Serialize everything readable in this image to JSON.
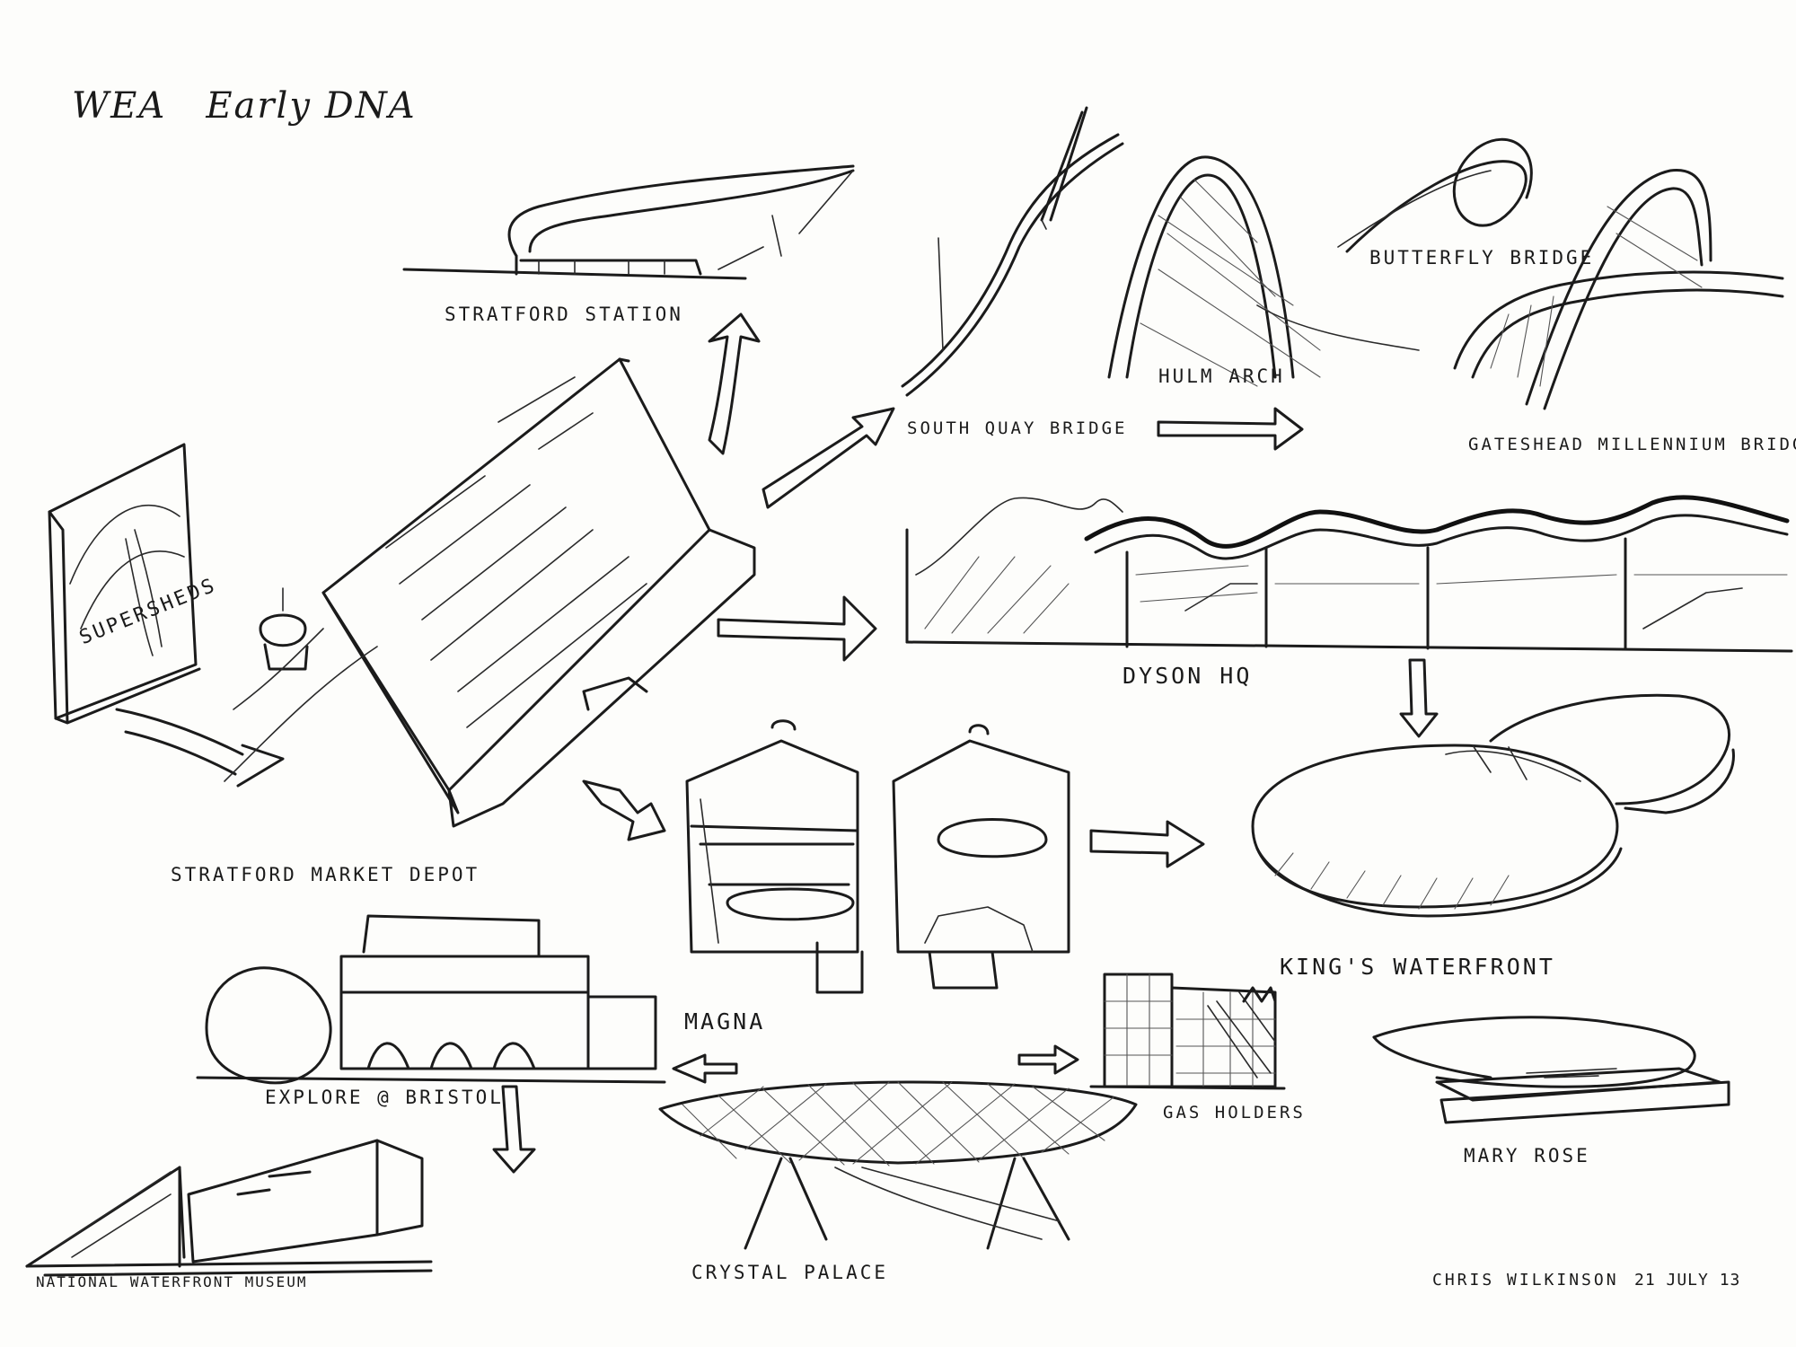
{
  "title": {
    "main": "WEA",
    "sub": "Early DNA"
  },
  "labels": {
    "stratford_station": "STRATFORD STATION",
    "south_quay_bridge": "SOUTH QUAY BRIDGE",
    "hulm_arch": "HULM ARCH",
    "butterfly_bridge": "BUTTERFLY BRIDGE",
    "gateshead_millennium_bridge": "GATESHEAD MILLENNIUM BRIDGE",
    "supersheds": "SUPERSHEDS",
    "dyson_hq": "DYSON HQ",
    "stratford_market_depot": "STRATFORD MARKET DEPOT",
    "kings_waterfront": "KING'S WATERFRONT",
    "magna": "MAGNA",
    "explore_bristol": "EXPLORE @ BRISTOL",
    "gas_holders": "GAS HOLDERS",
    "mary_rose": "MARY ROSE",
    "national_waterfront_museum": "NATIONAL WATERFRONT MUSEUM",
    "crystal_palace": "CRYSTAL PALACE"
  },
  "signature": {
    "author": "CHRIS WILKINSON",
    "date": "21 JULY 13"
  },
  "colors": {
    "paper": "#fdfdfb",
    "ink": "#1b1b1b"
  }
}
